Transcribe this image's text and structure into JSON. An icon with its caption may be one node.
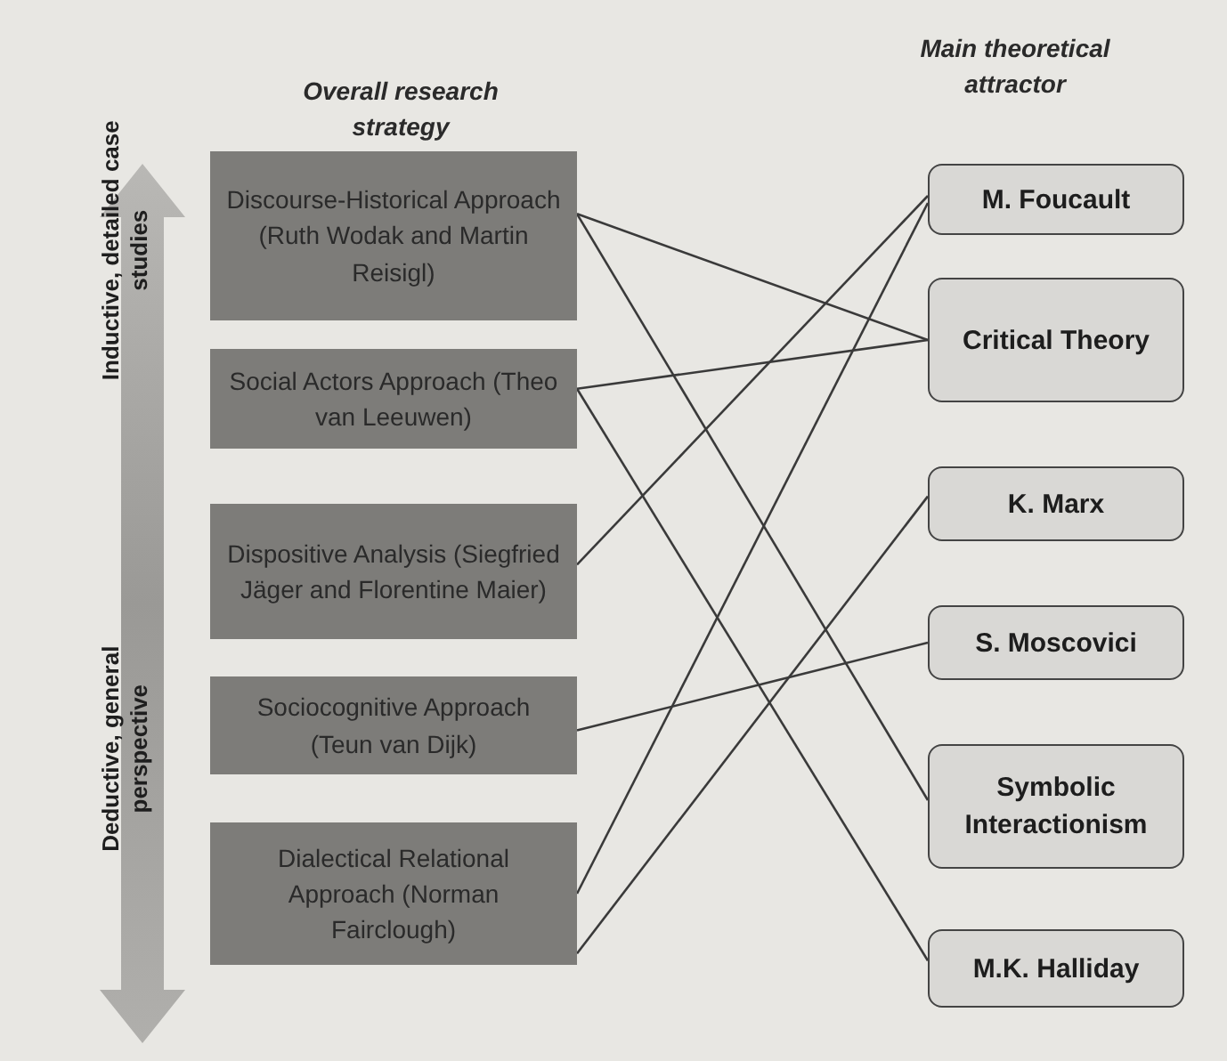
{
  "diagram": {
    "nodes": [
      {
        "text": [
          "Discourse-Historical Approach (Ruth Wodak and Martin Reisigl)"
        ]
      },
      {
        "text": [
          "Social Actors Approach (Theo van Leeuwen)"
        ]
      },
      {
        "text": [
          "Dispositive Analysis (Siegfried Jäger and Florentine Maier)"
        ]
      },
      {
        "text": [
          "Sociocognitive Approach (Teun van Dijk)"
        ]
      },
      {
        "text": [
          "Dialectical Relational Approach (Norman Fairclough)"
        ]
      },
      {
        "text": [
          "M. Foucault"
        ]
      },
      {
        "text": [
          "Critical Theory"
        ]
      },
      {
        "text": [
          "K. Marx"
        ]
      },
      {
        "text": [
          "S. Moscovici"
        ]
      },
      {
        "text": [
          "Symbolic Interactionism"
        ]
      },
      {
        "text": [
          "M.K. Halliday"
        ]
      }
    ],
    "edges": [
      {
        "from": 0,
        "to": 6,
        "arrow": "none"
      },
      {
        "from": 0,
        "to": 9,
        "arrow": "none"
      },
      {
        "from": 1,
        "to": 6,
        "arrow": "none"
      },
      {
        "from": 1,
        "to": 10,
        "arrow": "none"
      },
      {
        "from": 2,
        "to": 5,
        "arrow": "none"
      },
      {
        "from": 3,
        "to": 8,
        "arrow": "none"
      },
      {
        "from": 4,
        "to": 5,
        "arrow": "none"
      },
      {
        "from": 4,
        "to": 7,
        "arrow": "none"
      }
    ],
    "labels": [
      "Overall research strategy",
      "Main theoretical attractor",
      "Inductive, detailed case studies",
      "Deductive, general perspective"
    ]
  }
}
